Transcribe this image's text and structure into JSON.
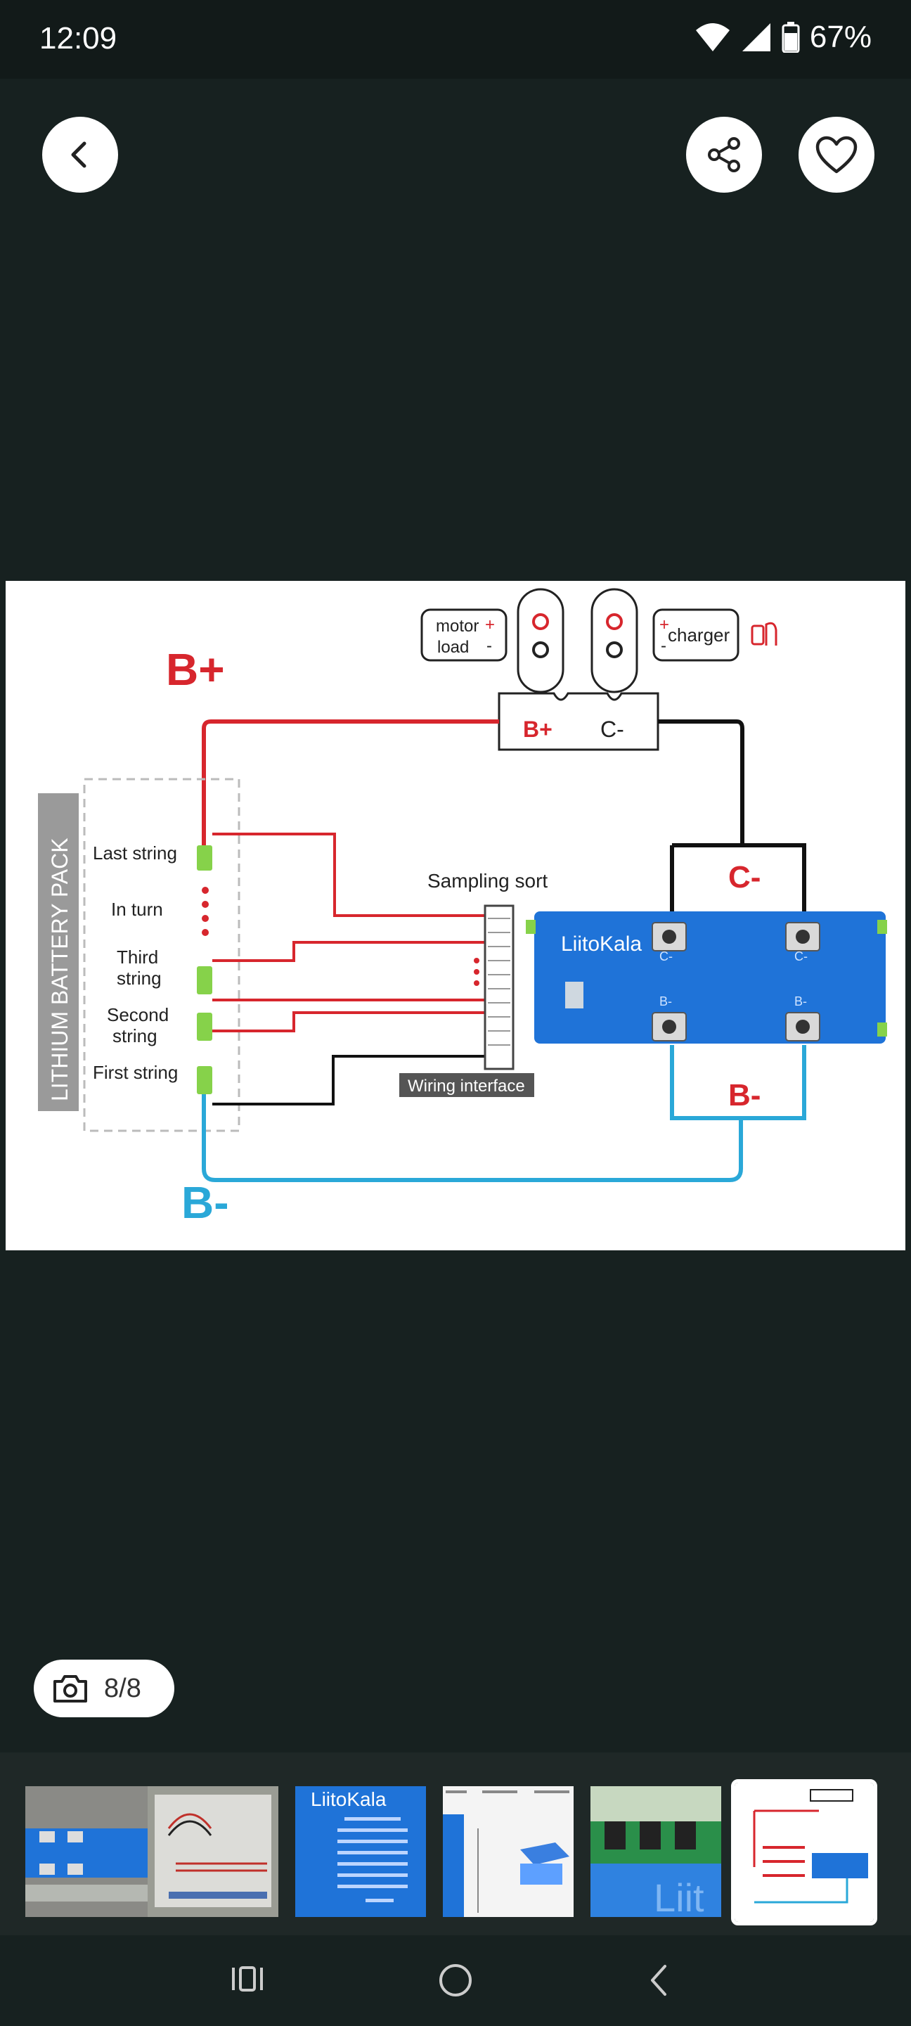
{
  "status": {
    "time": "12:09",
    "battery": "67%"
  },
  "viewer": {
    "counter": "8/8"
  },
  "diagram": {
    "b_plus": "B+",
    "b_minus": "B-",
    "c_minus": "C-",
    "motor": "motor",
    "load": "load",
    "charger": "charger",
    "port_bplus": "B+",
    "port_cminus": "C-",
    "pack_label": "LITHIUM BATTERY PACK",
    "last_string": "Last string",
    "in_turn": "In turn",
    "third": "Third",
    "third_string": "string",
    "second": "Second",
    "second_string": "string",
    "first_string": "First string",
    "sampling_sort": "Sampling sort",
    "wiring_interface": "Wiring interface",
    "board_brand": "LiitoKala",
    "board_c1": "C-",
    "board_c2": "C-",
    "board_b1": "B-",
    "board_b2": "B-"
  },
  "thumbnails": [
    {
      "kind": "board-photo",
      "brand": ""
    },
    {
      "kind": "wires-photo",
      "brand": ""
    },
    {
      "kind": "label-photo",
      "brand": "LiitoKala"
    },
    {
      "kind": "spec-sheet",
      "brand": ""
    },
    {
      "kind": "pcb-photo",
      "brand": "Liit"
    },
    {
      "kind": "diagram",
      "brand": "",
      "selected": true
    }
  ],
  "colors": {
    "red": "#d7262d",
    "blue": "#2aa8d8",
    "board": "#1f73d8",
    "green": "#86d24a"
  }
}
